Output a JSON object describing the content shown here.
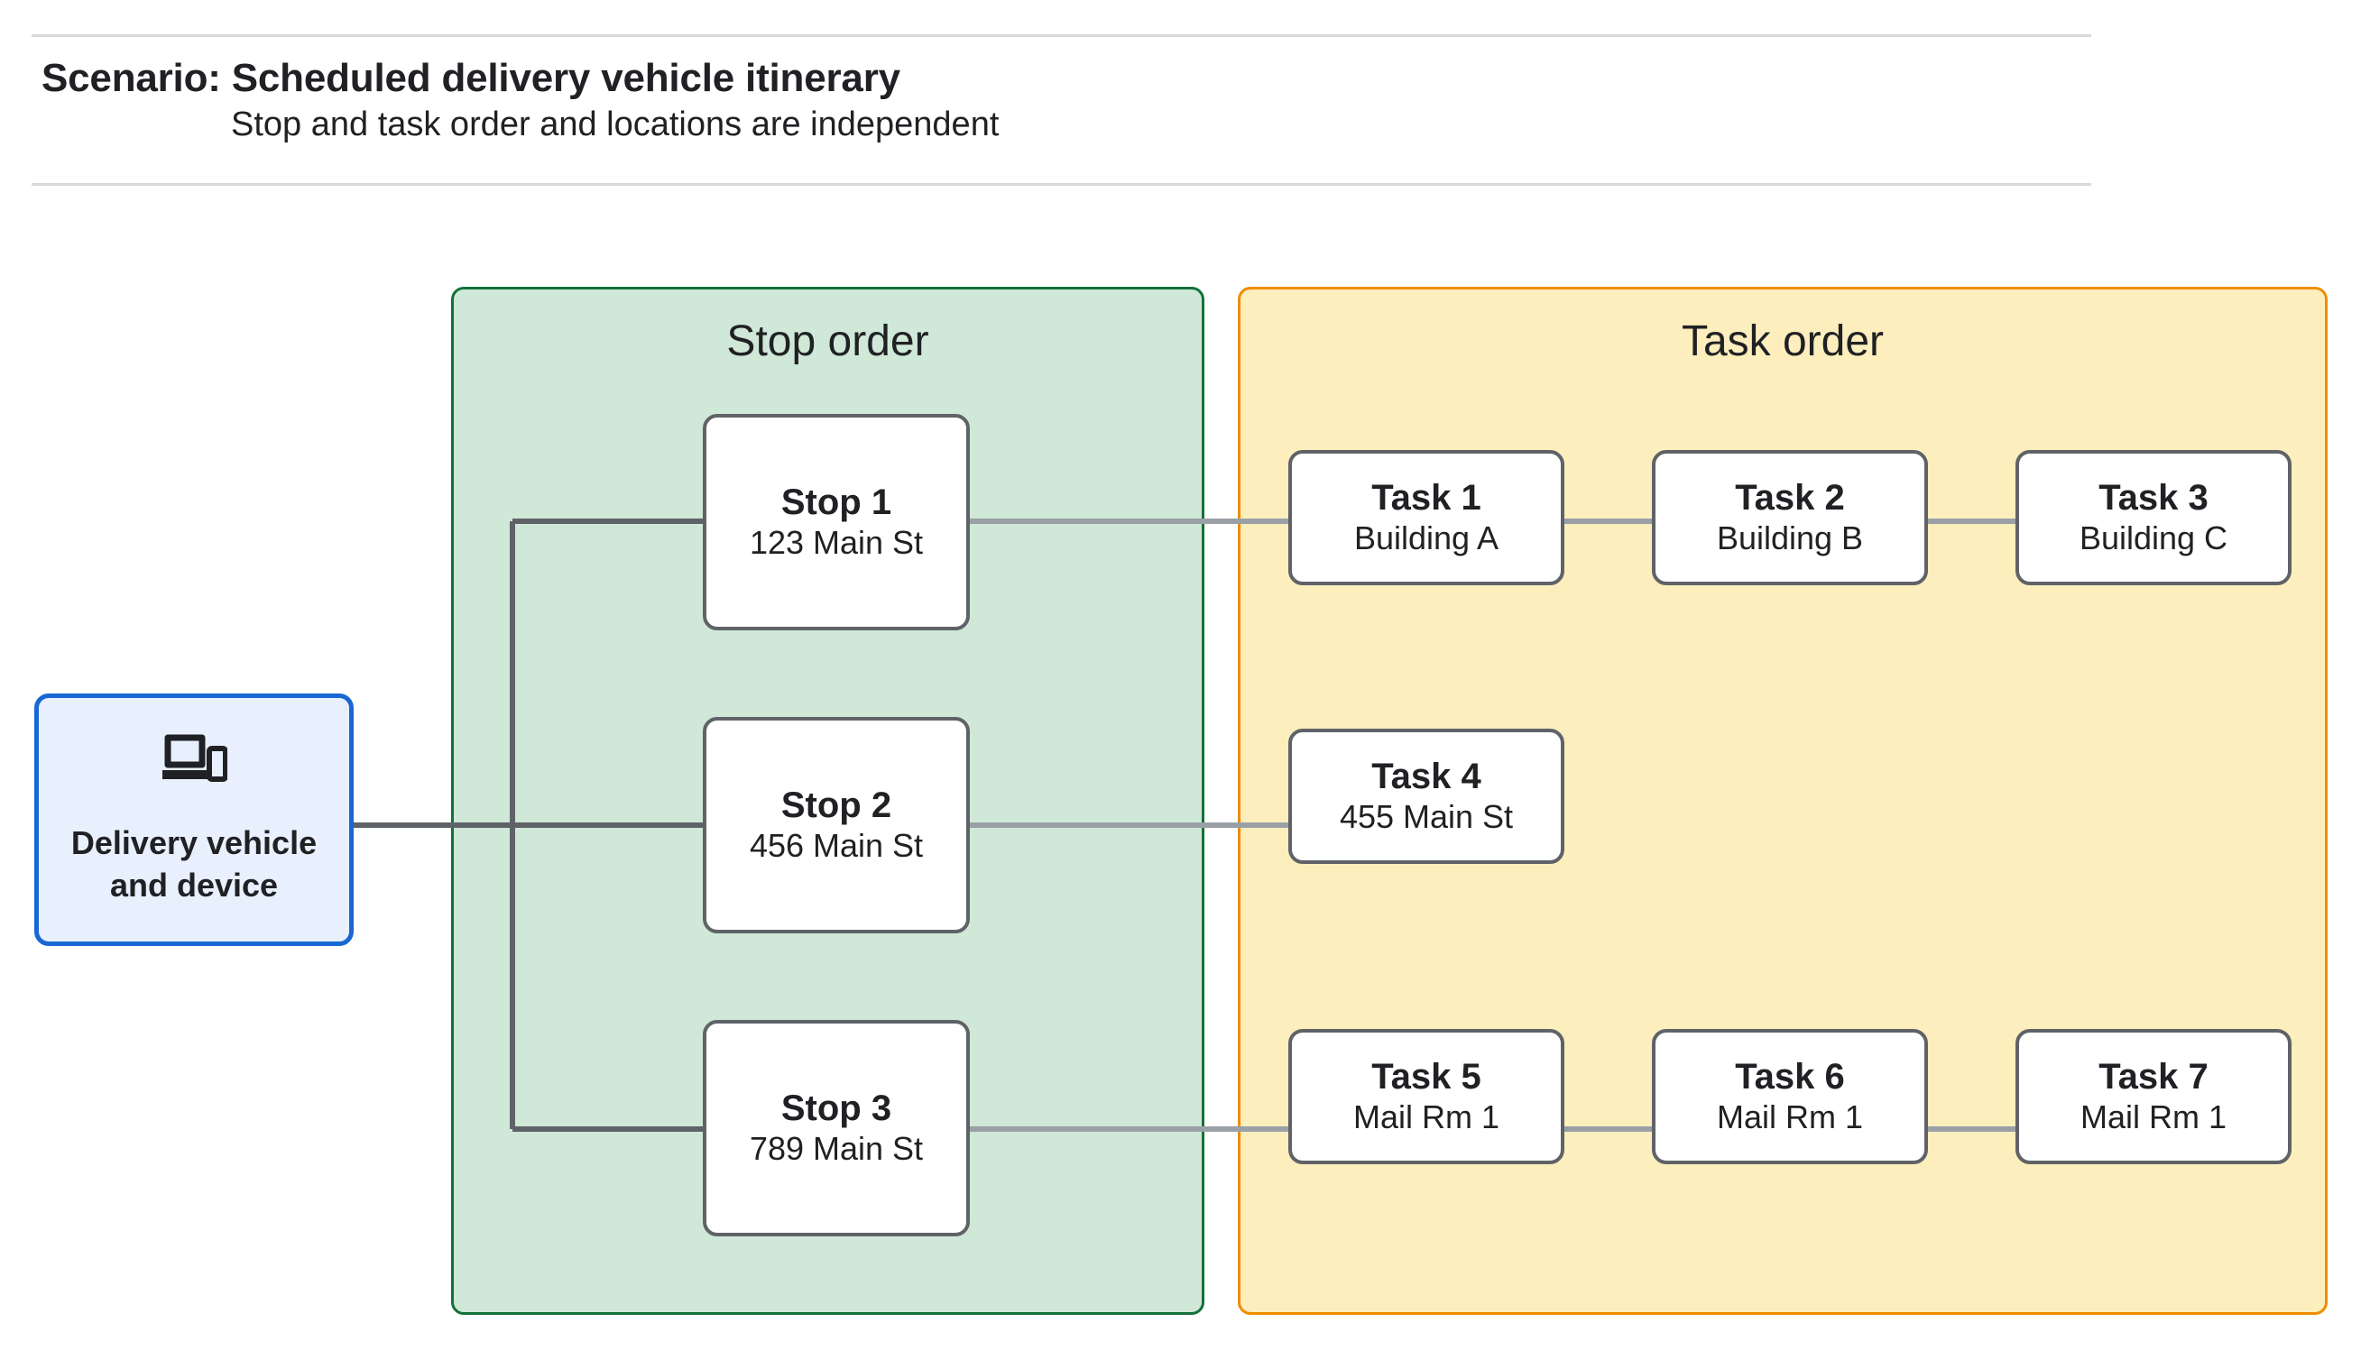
{
  "header": {
    "title": "Scenario: Scheduled delivery vehicle itinerary",
    "subtitle": "Stop and task order and locations are independent"
  },
  "vehicle": {
    "icon": "devices-icon",
    "label": "Delivery vehicle\nand device",
    "border_color": "#1967d2",
    "fill_color": "#e8f0fe"
  },
  "stop_panel": {
    "title": "Stop order",
    "fill_color": "#cfe8d7",
    "border_color": "#14713a",
    "stops": [
      {
        "title": "Stop 1",
        "address": "123 Main St"
      },
      {
        "title": "Stop 2",
        "address": "456 Main St"
      },
      {
        "title": "Stop 3",
        "address": "789 Main St"
      }
    ]
  },
  "task_panel": {
    "title": "Task order",
    "fill_color": "#fdeebd",
    "border_color": "#f08c00",
    "rows": [
      {
        "tasks": [
          {
            "title": "Task 1",
            "location": "Building A"
          },
          {
            "title": "Task 2",
            "location": "Building B"
          },
          {
            "title": "Task 3",
            "location": "Building C"
          }
        ]
      },
      {
        "tasks": [
          {
            "title": "Task 4",
            "location": "455 Main St"
          }
        ]
      },
      {
        "tasks": [
          {
            "title": "Task 5",
            "location": "Mail Rm 1"
          },
          {
            "title": "Task 6",
            "location": "Mail Rm 1"
          },
          {
            "title": "Task 7",
            "location": "Mail Rm 1"
          }
        ]
      }
    ]
  },
  "connector_color": "#5f6368"
}
